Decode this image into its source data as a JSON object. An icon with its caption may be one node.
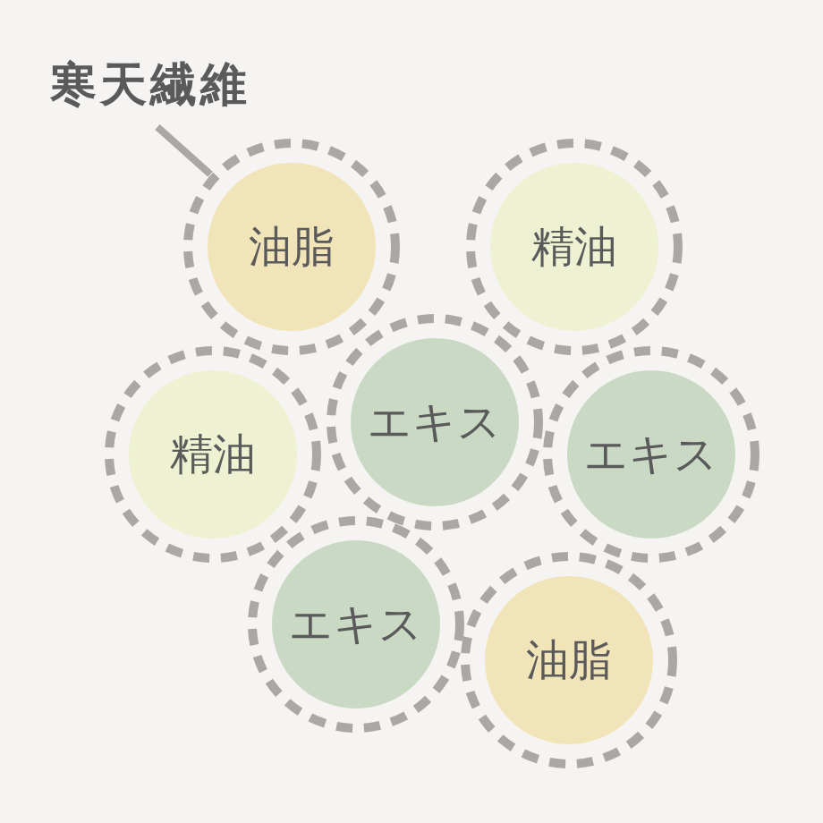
{
  "diagram": {
    "nodes": [
      {
        "text": [
          "寒天繊維"
        ]
      },
      {
        "text": [
          "油脂"
        ]
      },
      {
        "text": [
          "精油"
        ]
      },
      {
        "text": [
          "精油"
        ]
      },
      {
        "text": [
          "エキス"
        ]
      },
      {
        "text": [
          "エキス"
        ]
      },
      {
        "text": [
          "エキス"
        ]
      },
      {
        "text": [
          "油脂"
        ]
      }
    ],
    "edges": [
      {
        "from": 0,
        "to": 1,
        "arrow": "none"
      }
    ]
  }
}
